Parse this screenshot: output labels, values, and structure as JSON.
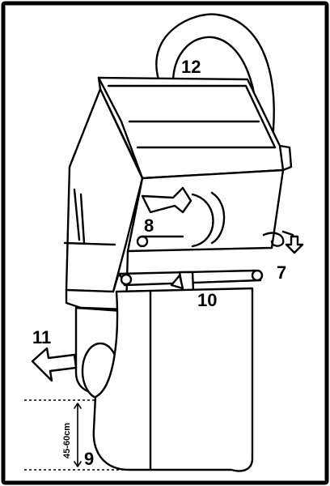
{
  "labels": {
    "n12": "12",
    "n8": "8",
    "n7": "7",
    "n10": "10",
    "n11": "11",
    "n9": "9",
    "measure": "45-60cm"
  },
  "colors": {
    "ink": "#000000",
    "paper": "#ffffff"
  },
  "icons": {
    "rotate": "curved-arrow-icon",
    "lever": "lever-arrow-icon",
    "push": "left-arrow-icon",
    "pull": "down-arrow-icon"
  }
}
